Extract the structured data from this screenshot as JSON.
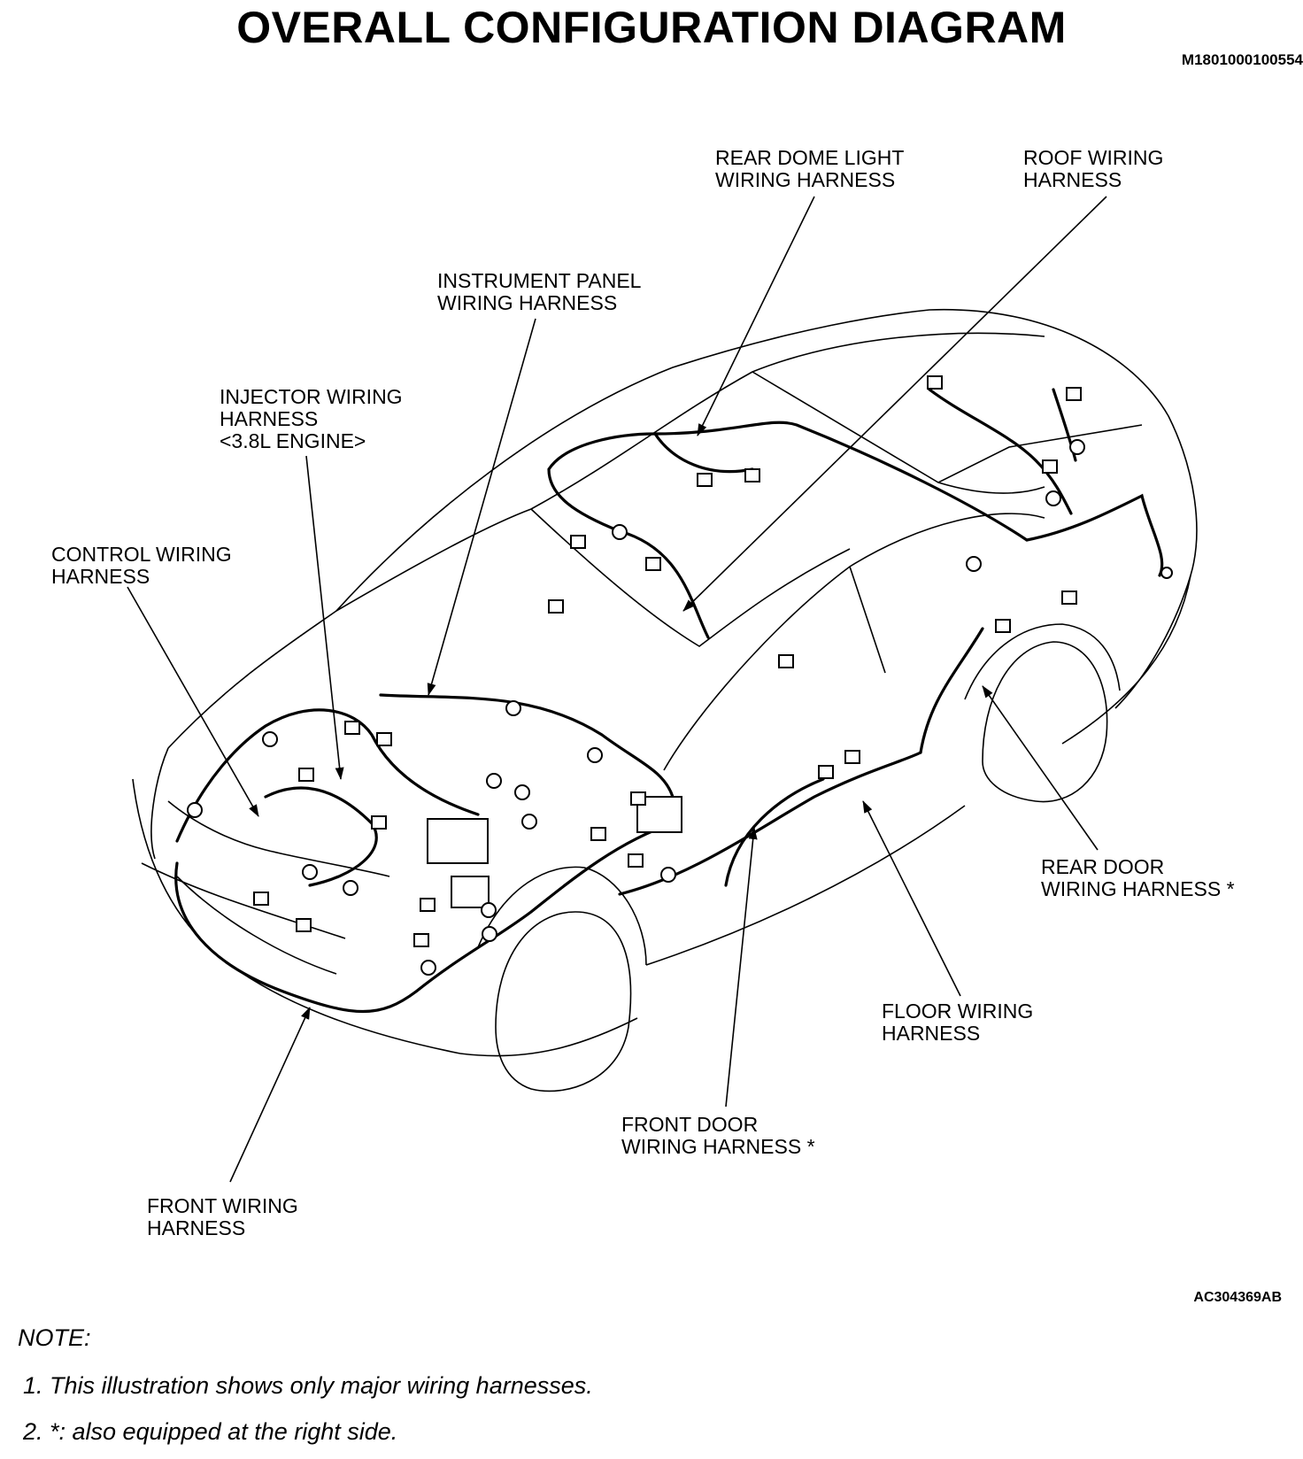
{
  "header": {
    "title": "OVERALL CONFIGURATION DIAGRAM",
    "doc_id": "M1801000100554"
  },
  "figure_id": "AC304369AB",
  "labels": {
    "rear_dome_light": [
      "REAR DOME LIGHT",
      "WIRING HARNESS"
    ],
    "roof": [
      "ROOF WIRING",
      "HARNESS"
    ],
    "instrument_panel": [
      "INSTRUMENT PANEL",
      "WIRING HARNESS"
    ],
    "injector": [
      "INJECTOR WIRING",
      "HARNESS",
      "<3.8L ENGINE>"
    ],
    "control": [
      "CONTROL WIRING",
      "HARNESS"
    ],
    "rear_door": [
      "REAR DOOR",
      "WIRING HARNESS *"
    ],
    "floor": [
      "FLOOR WIRING",
      "HARNESS"
    ],
    "front_door": [
      "FRONT DOOR",
      "WIRING HARNESS *"
    ],
    "front": [
      "FRONT WIRING",
      "HARNESS"
    ]
  },
  "notes": {
    "heading": "NOTE:",
    "items": [
      "1.  This illustration shows only major wiring harnesses.",
      "2.  *: also equipped at the right side."
    ]
  }
}
